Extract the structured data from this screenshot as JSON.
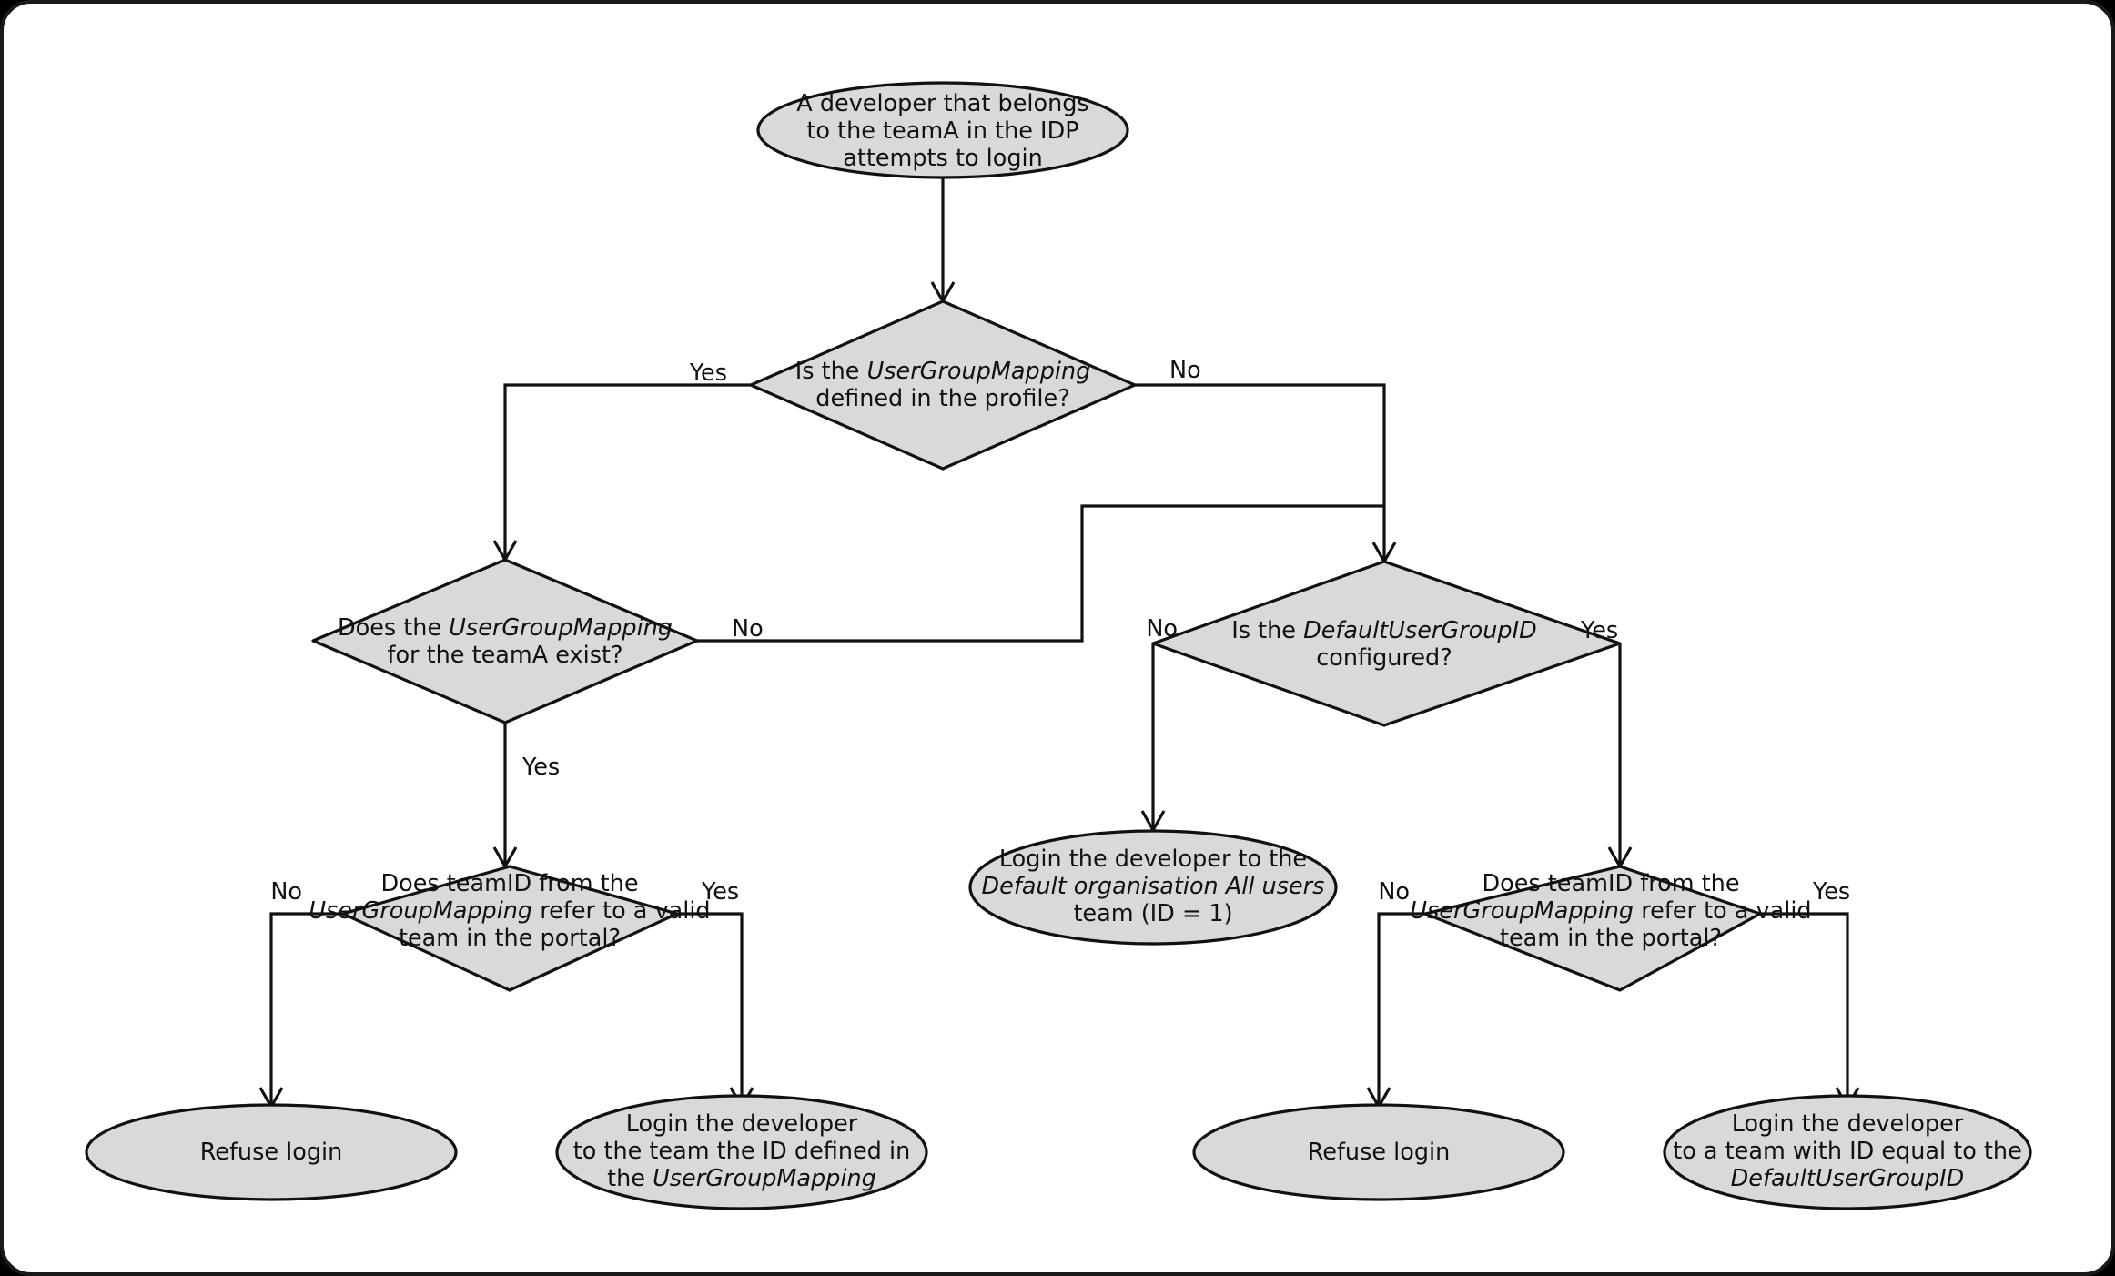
{
  "diagram": {
    "title": "Developer login team assignment flow",
    "colors": {
      "node_fill": "#d9d9d9",
      "stroke": "#111111",
      "background": "#ffffff",
      "frame_border": "#1a1a1a"
    },
    "nodes": {
      "start": {
        "shape": "ellipse",
        "lines": [
          [
            {
              "t": "A developer that belongs",
              "i": false
            }
          ],
          [
            {
              "t": "to the teamA in the IDP",
              "i": false
            }
          ],
          [
            {
              "t": "attempts to login",
              "i": false
            }
          ]
        ]
      },
      "d1": {
        "shape": "diamond",
        "lines": [
          [
            {
              "t": "Is the ",
              "i": false
            },
            {
              "t": "UserGroupMapping",
              "i": true
            }
          ],
          [
            {
              "t": "defined in the profile?",
              "i": false
            }
          ]
        ]
      },
      "d2": {
        "shape": "diamond",
        "lines": [
          [
            {
              "t": "Does the ",
              "i": false
            },
            {
              "t": "UserGroupMapping",
              "i": true
            }
          ],
          [
            {
              "t": "for the teamA exist?",
              "i": false
            }
          ]
        ]
      },
      "d3": {
        "shape": "diamond",
        "lines": [
          [
            {
              "t": "Is the ",
              "i": false
            },
            {
              "t": "DefaultUserGroupID",
              "i": true
            }
          ],
          [
            {
              "t": "configured?",
              "i": false
            }
          ]
        ]
      },
      "d4": {
        "shape": "diamond",
        "lines": [
          [
            {
              "t": "Does teamID from the",
              "i": false
            }
          ],
          [
            {
              "t": "UserGroupMapping",
              "i": true
            },
            {
              "t": " refer to a valid",
              "i": false
            }
          ],
          [
            {
              "t": "team in the portal?",
              "i": false
            }
          ]
        ]
      },
      "d5": {
        "shape": "diamond",
        "lines": [
          [
            {
              "t": "Does teamID from the",
              "i": false
            }
          ],
          [
            {
              "t": "UserGroupMapping",
              "i": true
            },
            {
              "t": " refer to a valid",
              "i": false
            }
          ],
          [
            {
              "t": "team in the portal?",
              "i": false
            }
          ]
        ]
      },
      "e_default_org": {
        "shape": "ellipse",
        "lines": [
          [
            {
              "t": "Login the developer to the",
              "i": false
            }
          ],
          [
            {
              "t": "Default organisation All users",
              "i": true
            }
          ],
          [
            {
              "t": "team (ID = 1)",
              "i": false
            }
          ]
        ]
      },
      "e_refuse_left": {
        "shape": "ellipse",
        "lines": [
          [
            {
              "t": "Refuse login",
              "i": false
            }
          ]
        ]
      },
      "e_login_mapping": {
        "shape": "ellipse",
        "lines": [
          [
            {
              "t": "Login the developer",
              "i": false
            }
          ],
          [
            {
              "t": "to the team the ID defined in",
              "i": false
            }
          ],
          [
            {
              "t": "the ",
              "i": false
            },
            {
              "t": "UserGroupMapping",
              "i": true
            }
          ]
        ]
      },
      "e_refuse_right": {
        "shape": "ellipse",
        "lines": [
          [
            {
              "t": "Refuse login",
              "i": false
            }
          ]
        ]
      },
      "e_login_default": {
        "shape": "ellipse",
        "lines": [
          [
            {
              "t": "Login the developer",
              "i": false
            }
          ],
          [
            {
              "t": "to a team with ID equal to the",
              "i": false
            }
          ],
          [
            {
              "t": "DefaultUserGroupID",
              "i": true
            }
          ]
        ]
      }
    },
    "edge_labels": {
      "d1_yes": "Yes",
      "d1_no": "No",
      "d2_no": "No",
      "d2_yes": "Yes",
      "d3_no": "No",
      "d3_yes": "Yes",
      "d4_no": "No",
      "d4_yes": "Yes",
      "d5_no": "No",
      "d5_yes": "Yes"
    }
  }
}
